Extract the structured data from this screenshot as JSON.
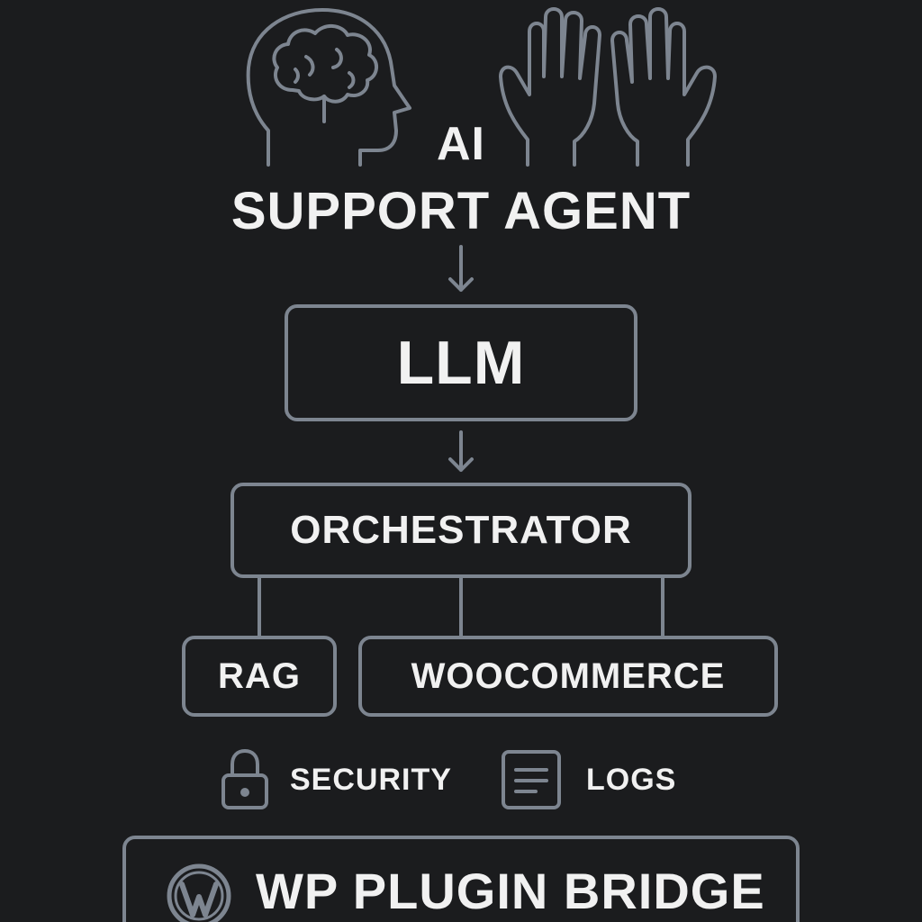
{
  "title": {
    "line1": "AI",
    "line2": "SUPPORT AGENT"
  },
  "icons": {
    "head": "brain-head-icon",
    "hands": "raised-hands-icon",
    "lock": "lock-icon",
    "logs": "document-lines-icon",
    "wordpress": "wordpress-logo-icon"
  },
  "nodes": {
    "llm": "LLM",
    "orchestrator": "ORCHESTRATOR",
    "rag": "RAG",
    "woocommerce": "WOOCOMMERCE",
    "security": "SECURITY",
    "logs": "LOGS",
    "bridge": "WP PLUGIN BRIDGE"
  },
  "colors": {
    "background": "#1b1c1e",
    "stroke": "#7d8590",
    "text": "#f1f1f1"
  }
}
